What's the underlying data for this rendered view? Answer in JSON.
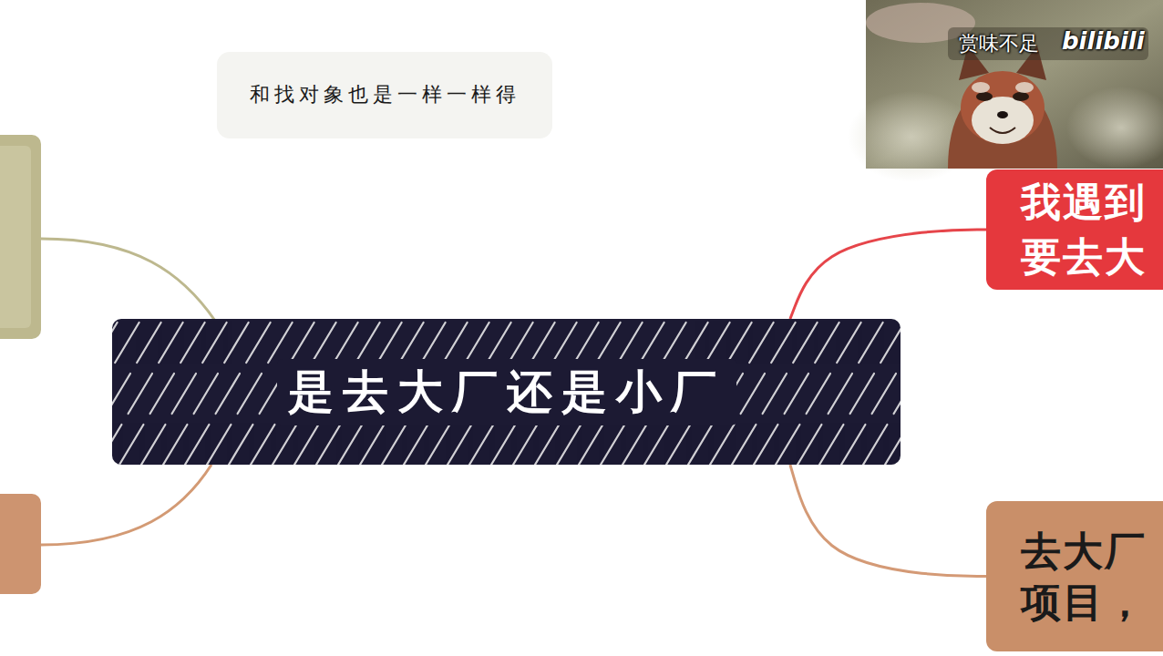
{
  "diagram": {
    "nodes": [
      {
        "text": [
          "和找对象也是一样一样得"
        ]
      },
      {
        "text": [
          "是去大厂还是小厂"
        ]
      },
      {
        "text": [
          "我遇到 要去大"
        ]
      },
      {
        "text": [
          "去大厂 项目，"
        ]
      }
    ],
    "edges": [
      {
        "from": 1,
        "to": 2,
        "arrow": "none"
      },
      {
        "from": 1,
        "to": 3,
        "arrow": "none"
      }
    ],
    "labels": [
      "赏味不足",
      "bilibili"
    ]
  }
}
